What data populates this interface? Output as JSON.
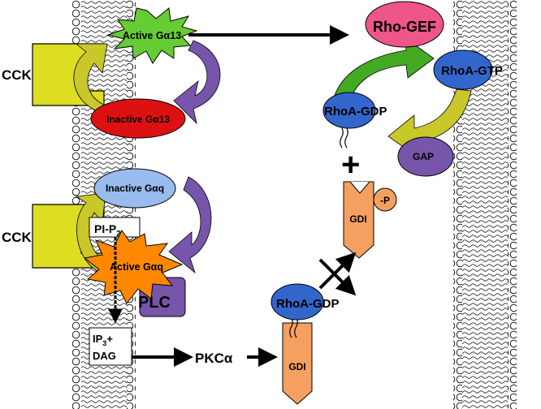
{
  "labels": {
    "cck_top": "CCK",
    "cck_bottom": "CCK",
    "active_ga13": "Active Gα13",
    "inactive_ga13": "Inactive Gα13",
    "rho_gef": "Rho-GEF",
    "rhoa_gtp": "RhoA-GTP",
    "rhoa_gdp_top_a": "RhoA",
    "rhoa_gdp_top_b": "-GDP",
    "gap": "GAP",
    "plus": "+",
    "gdi_p": "GDI",
    "phospho": "-P",
    "inactive_gaq": "Inactive Gαq",
    "pip2_main": "PI-P",
    "pip2_sub": "2",
    "active_gaq": "Active Gαq",
    "plc": "PLC",
    "ip3_main": "IP",
    "ip3_sub": "3",
    "ip3_plus": "+",
    "dag": "DAG",
    "pkc": "PKCα",
    "rhoa_gdp_bottom_a": "RhoA",
    "rhoa_gdp_bottom_b": "-GDP",
    "gdi_bottom": "GDI"
  },
  "colors": {
    "active_ga13": "#66cc33",
    "inactive_ga13": "#dd1111",
    "rho_gef": "#ee5588",
    "rhoa": "#3366cc",
    "gap": "#7755aa",
    "gdi": "#f5a060",
    "inactive_gaq": "#99bbee",
    "active_gaq": "#ff8800",
    "plc": "#7755aa",
    "receptor": "#dddd22",
    "cycle_arrow_purple": "#7755aa",
    "cycle_arrow_yellow": "#c8c82a",
    "cycle_arrow_green": "#44aa22"
  }
}
